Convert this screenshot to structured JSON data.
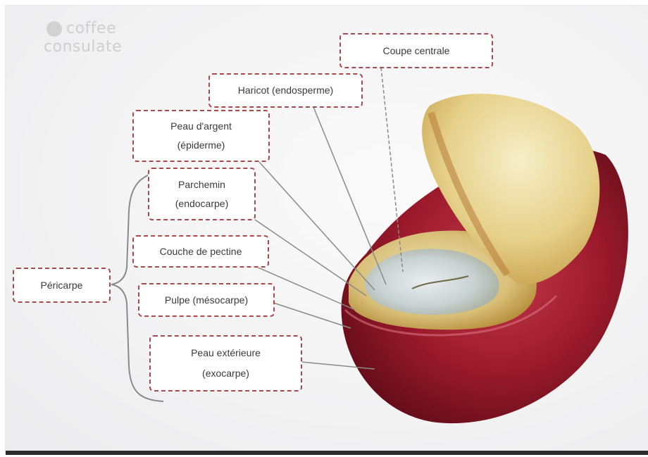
{
  "logo": {
    "line1": "coffee",
    "line2": "consulate"
  },
  "labels": {
    "coupe_centrale": "Coupe centrale",
    "haricot": "Haricot (endosperme)",
    "peau_argent_line1": "Peau d'argent",
    "peau_argent_line2": "(épiderme)",
    "parchemin_line1": "Parchemin",
    "parchemin_line2": "(endocarpe)",
    "couche_pectine": "Couche de pectine",
    "pericarpe": "Péricarpe",
    "pulpe": "Pulpe (mésocarpe)",
    "peau_exterieure_line1": "Peau extérieure",
    "peau_exterieure_line2": "(exocarpe)"
  },
  "colors": {
    "label_border": "#a84a4a",
    "cherry_red": "#8e1425",
    "bean_yellow": "#e8d79a",
    "leader_line": "#8a8a8a"
  }
}
